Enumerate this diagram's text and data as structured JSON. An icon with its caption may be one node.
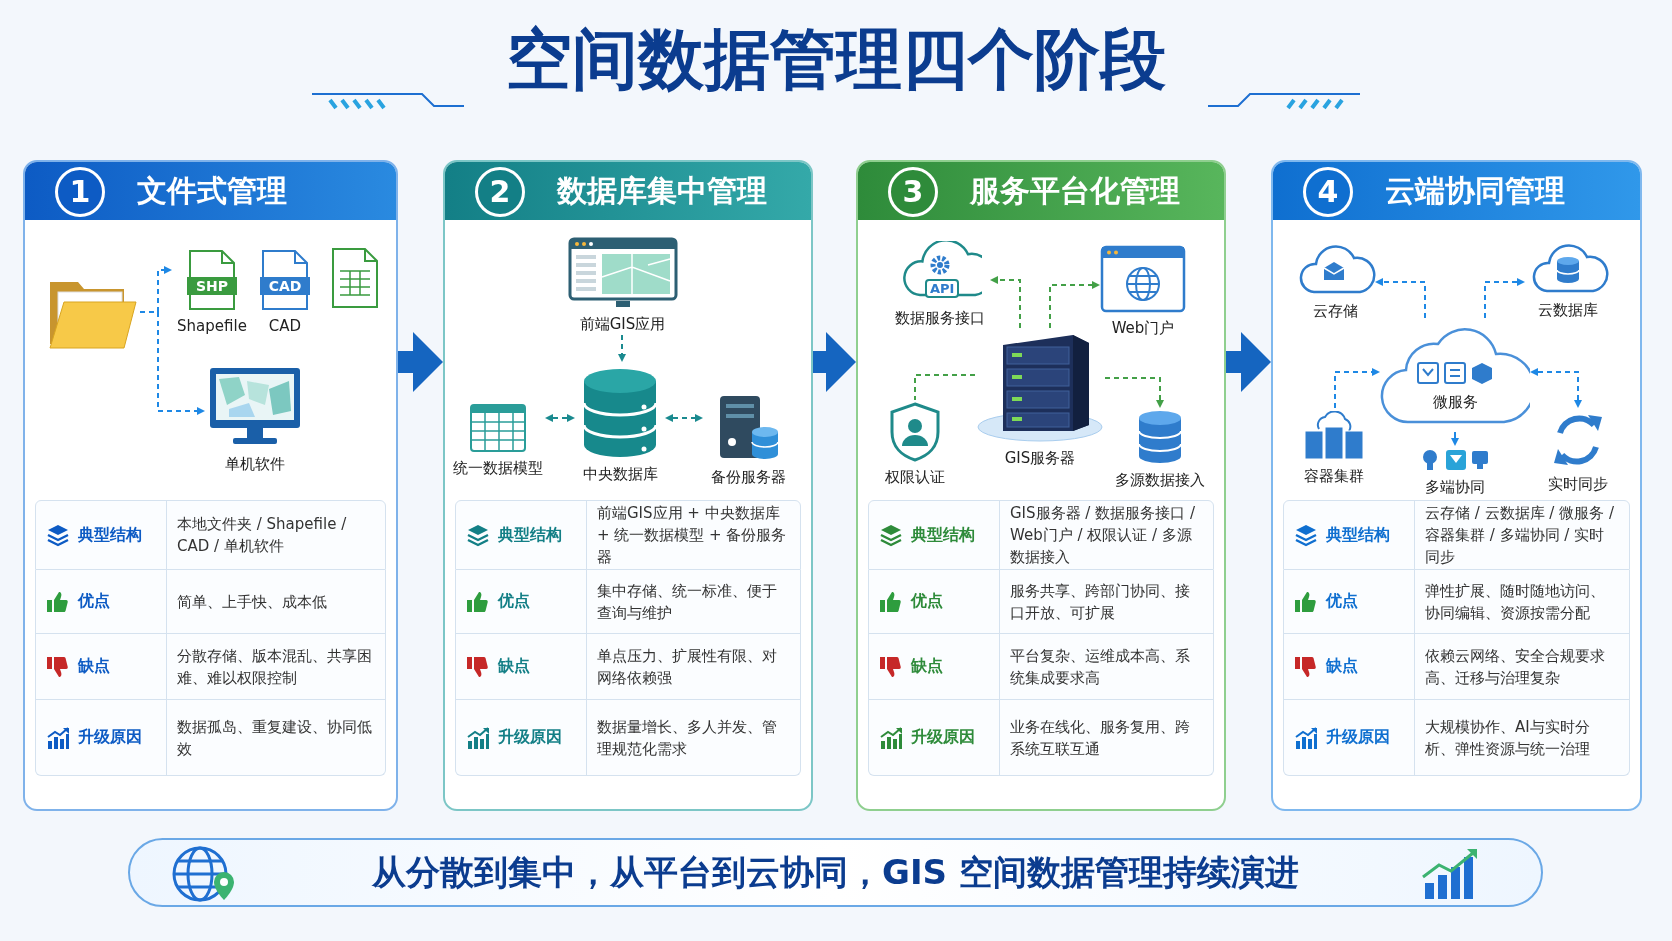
{
  "diagram": {
    "title": "空间数据管理四个阶段",
    "nodes": [
      {
        "text": [
          "1",
          "文件式管理"
        ]
      },
      {
        "text": [],
        "shape": "picture",
        "in": 0
      },
      {
        "text": [
          "SHP",
          "Shapefile"
        ],
        "in": 0
      },
      {
        "text": [
          "CAD",
          "CAD"
        ],
        "in": 0
      },
      {
        "text": [],
        "shape": "picture",
        "in": 0
      },
      {
        "text": [
          "单机软件"
        ],
        "in": 0
      },
      {
        "text": [
          "2",
          "数据库集中管理"
        ]
      },
      {
        "text": [
          "前端GIS应用"
        ],
        "in": 6
      },
      {
        "text": [
          "统一数据模型"
        ],
        "in": 6
      },
      {
        "text": [
          "中央数据库"
        ],
        "in": 6
      },
      {
        "text": [
          "备份服务器"
        ],
        "in": 6
      },
      {
        "text": [
          "3",
          "服务平台化管理"
        ]
      },
      {
        "text": [
          "API",
          "数据服务接口"
        ],
        "in": 11
      },
      {
        "text": [
          "Web门户"
        ],
        "in": 11
      },
      {
        "text": [
          "权限认证"
        ],
        "in": 11
      },
      {
        "text": [
          "GIS服务器"
        ],
        "in": 11
      },
      {
        "text": [
          "多源数据接入"
        ],
        "in": 11
      },
      {
        "text": [
          "4",
          "云端协同管理"
        ]
      },
      {
        "text": [
          "云存储"
        ],
        "in": 17
      },
      {
        "text": [
          "云数据库"
        ],
        "in": 17
      },
      {
        "text": [
          "微服务"
        ],
        "in": 17
      },
      {
        "text": [
          "容器集群"
        ],
        "in": 17
      },
      {
        "text": [
          "多端协同"
        ],
        "in": 17
      },
      {
        "text": [
          "实时同步"
        ],
        "in": 17
      },
      {
        "text": [
          "从分散到集中，从平台到云协同，GIS 空间数据管理持续演进"
        ]
      }
    ],
    "edges": [
      {
        "from": 1,
        "to": 2,
        "arrow": "to",
        "style": "dashed"
      },
      {
        "from": 1,
        "to": 5,
        "arrow": "to",
        "style": "dashed"
      },
      {
        "from": 7,
        "to": 9,
        "arrow": "to",
        "style": "dashed",
        "color": "#1a8a8f"
      },
      {
        "from": 8,
        "to": 9,
        "arrow": "both",
        "style": "dashed",
        "color": "#1a8a8f"
      },
      {
        "from": 9,
        "to": 10,
        "arrow": "both",
        "style": "dashed",
        "color": "#1a8a8f"
      },
      {
        "from": 15,
        "to": 12,
        "arrow": "to",
        "style": "dashed",
        "color": "#43a047"
      },
      {
        "from": 15,
        "to": 13,
        "arrow": "to",
        "style": "dashed",
        "color": "#43a047"
      },
      {
        "from": 15,
        "to": 14,
        "arrow": "none",
        "style": "dashed",
        "color": "#43a047"
      },
      {
        "from": 15,
        "to": 16,
        "arrow": "to",
        "style": "dashed",
        "color": "#43a047"
      },
      {
        "from": 20,
        "to": 18,
        "arrow": "to",
        "style": "dashed"
      },
      {
        "from": 20,
        "to": 19,
        "arrow": "to",
        "style": "dashed"
      },
      {
        "from": 21,
        "to": 20,
        "arrow": "to",
        "style": "dashed"
      },
      {
        "from": 23,
        "to": 20,
        "arrow": "both",
        "style": "dashed"
      },
      {
        "from": 20,
        "to": 22,
        "arrow": "to"
      },
      {
        "from": 0,
        "to": 6,
        "arrow": "to",
        "style": "thick",
        "color": "#1565c0"
      },
      {
        "from": 6,
        "to": 11,
        "arrow": "to",
        "style": "thick",
        "color": "#1565c0"
      },
      {
        "from": 11,
        "to": 17,
        "arrow": "to",
        "style": "thick",
        "color": "#1565c0"
      }
    ],
    "labels": [
      "典型结构",
      "本地文件夹 / Shapefile / CAD / 单机软件",
      "优点",
      "简单、上手快、成本低",
      "缺点",
      "分散存储、版本混乱、共享困难、难以权限控制",
      "升级原因",
      "数据孤岛、重复建设、协同低效",
      "典型结构",
      "前端GIS应用 + 中央数据库 + 统一数据模型 + 备份服务器",
      "优点",
      "集中存储、统一标准、便于查询与维护",
      "缺点",
      "单点压力、扩展性有限、对网络依赖强",
      "升级原因",
      "数据量增长、多人并发、管理规范化需求",
      "典型结构",
      "GIS服务器 / 数据服务接口 / Web门户 / 权限认证 / 多源数据接入",
      "优点",
      "服务共享、跨部门协同、接口开放、可扩展",
      "缺点",
      "平台复杂、运维成本高、系统集成要求高",
      "升级原因",
      "业务在线化、服务复用、跨系统互联互通",
      "典型结构",
      "云存储 / 云数据库 / 微服务 / 容器集群 / 多端协同 / 实时同步",
      "优点",
      "弹性扩展、随时随地访问、协同编辑、资源按需分配",
      "缺点",
      "依赖云网络、安全合规要求高、迁移与治理复杂",
      "升级原因",
      "大规模协作、AI与实时分析、弹性资源与统一治理"
    ]
  }
}
